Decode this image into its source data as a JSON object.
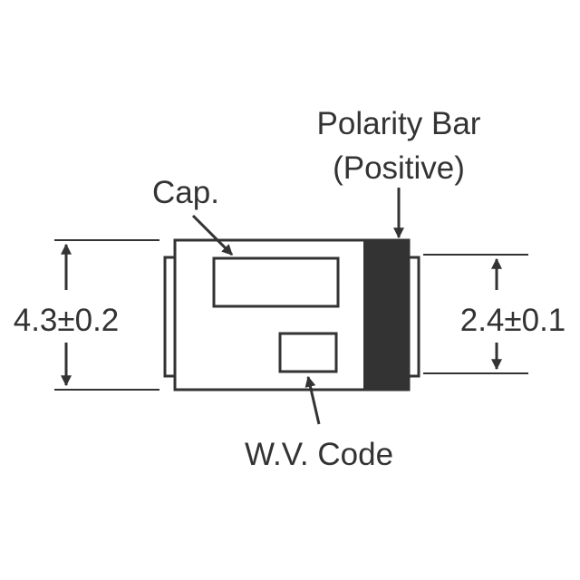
{
  "labels": {
    "polarity_line1": "Polarity Bar",
    "polarity_line2": "(Positive)",
    "cap": "Cap.",
    "wv_code": "W.V. Code"
  },
  "dimensions": {
    "height_total": "4.3±0.2",
    "height_terminal": "2.4±0.1"
  },
  "colors": {
    "ink": "#333333",
    "background": "#ffffff"
  }
}
